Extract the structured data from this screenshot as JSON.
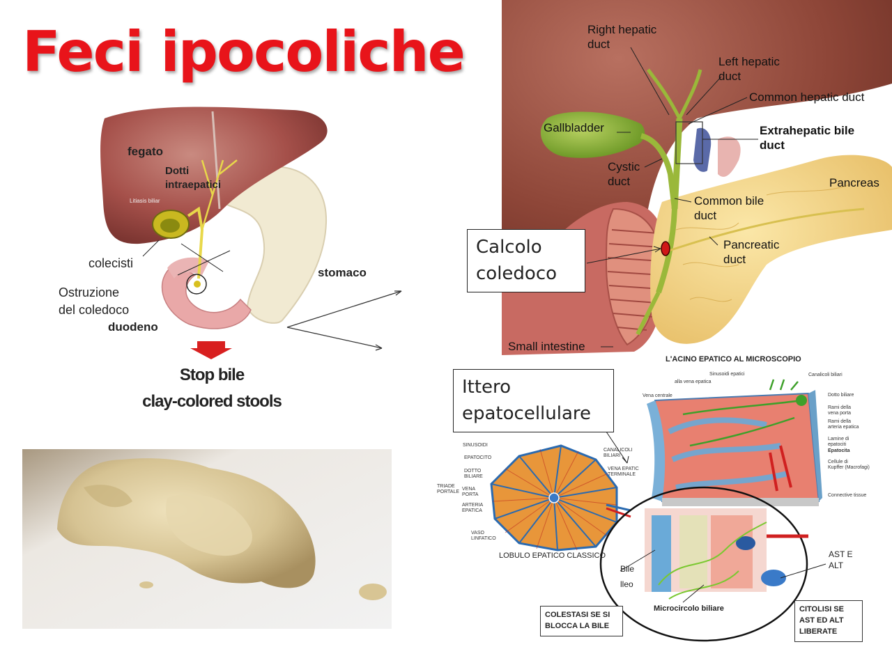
{
  "title": "Feci ipocoliche",
  "left_diagram": {
    "labels": {
      "liver": "fegato",
      "intrahepatic": "Dotti\nintraepatici",
      "litiasis": "Litiasis biliar",
      "gallbladder": "colecisti",
      "obstruction": "Ostruzione\ndel coledoco",
      "stomach": "stomaco",
      "duodenum": "duodeno"
    },
    "stop_text": "Stop bile",
    "stools_text": "clay-colored stools"
  },
  "anatomy": {
    "labels": {
      "right_hepatic": "Right hepatic\nduct",
      "left_hepatic": "Left hepatic\nduct",
      "common_hepatic": "Common hepatic duct",
      "gallbladder": "Gallbladder",
      "extrahepatic": "Extrahepatic bile\nduct",
      "cystic": "Cystic\nduct",
      "pancreas": "Pancreas",
      "common_bile": "Common bile\nduct",
      "pancreatic": "Pancreatic\nduct",
      "small_intestine": "Small intestine"
    },
    "callout": "Calcolo\ncoledoco"
  },
  "microscope": {
    "heading": "L'ACINO EPATICO AL MICROSCOPIO",
    "callout": "Ittero\nepatocellulare",
    "lobule_caption": "LOBULO EPATICO CLASSICO",
    "lobule_labels": {
      "sinusoidi": "SINUSOIDI",
      "epatocito": "EPATOCITO",
      "dotto": "DOTTO\nBILIARE",
      "vena_porta": "VENA\nPORTA",
      "arteria": "ARTERIA\nEPATICA",
      "vaso": "VASO\nLINFATICO",
      "triade": "TRIADE\nPORTALE",
      "canalicoli": "CANALICOLI\nBILIARI",
      "vena_terminale": "VENA EPATIC\nTERMINALE"
    },
    "acinus_labels": {
      "vena_centrale": "Vena centrale",
      "alla_vena": "alla vena epatica",
      "sinusoidi": "Sinusoidi epatici",
      "canalicoli": "Canalicoli biliari",
      "dotto": "Dotto biliare",
      "rami_porta": "Rami della\nvena porta",
      "rami_arteria": "Rami della\narteria epatica",
      "lamine": "Lamine di\nepatociti",
      "epatocita": "Epatocita",
      "kupffer": "Cellule di\nKupffer (Macrofagi)",
      "connettivo": "Connective tissue"
    },
    "bile_label": "Bile\nlleo",
    "ast_label": "AST E\nALT",
    "microcircolo": "Microcircolo biliare",
    "colestasi": "COLESTASI SE SI\nBLOCCA LA BILE",
    "citolisi": "CITOLISI SE\nAST ED ALT\nLIBERATE"
  },
  "colors": {
    "title_red": "#e8141a",
    "liver": "#a5504a",
    "gallbladder": "#8fb43a",
    "pancreas": "#f2d68a",
    "stool": "#d8c79a"
  }
}
